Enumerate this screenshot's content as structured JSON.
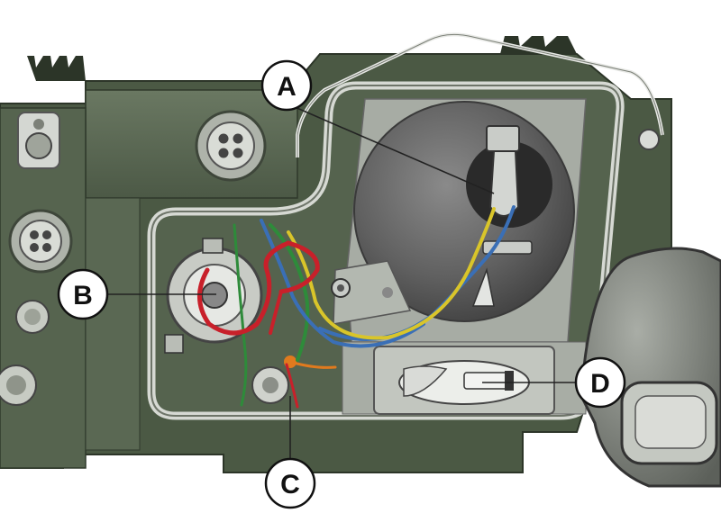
{
  "diagram": {
    "callouts": [
      {
        "id": "a",
        "label": "A"
      },
      {
        "id": "b",
        "label": "B"
      },
      {
        "id": "c",
        "label": "C"
      },
      {
        "id": "d",
        "label": "D"
      }
    ]
  },
  "colors": {
    "housing": "#4e5c48",
    "housing_dark": "#3a4636",
    "panel": "#5c6a55",
    "lamp_bowl": "#5e5e5e",
    "chrome": "#c9ccc8",
    "wire_red": "#c8202a",
    "wire_blue": "#3a6fb6",
    "wire_yellow": "#d9c52a",
    "wire_green": "#2e8b3a",
    "wire_orange": "#e07a1e"
  }
}
